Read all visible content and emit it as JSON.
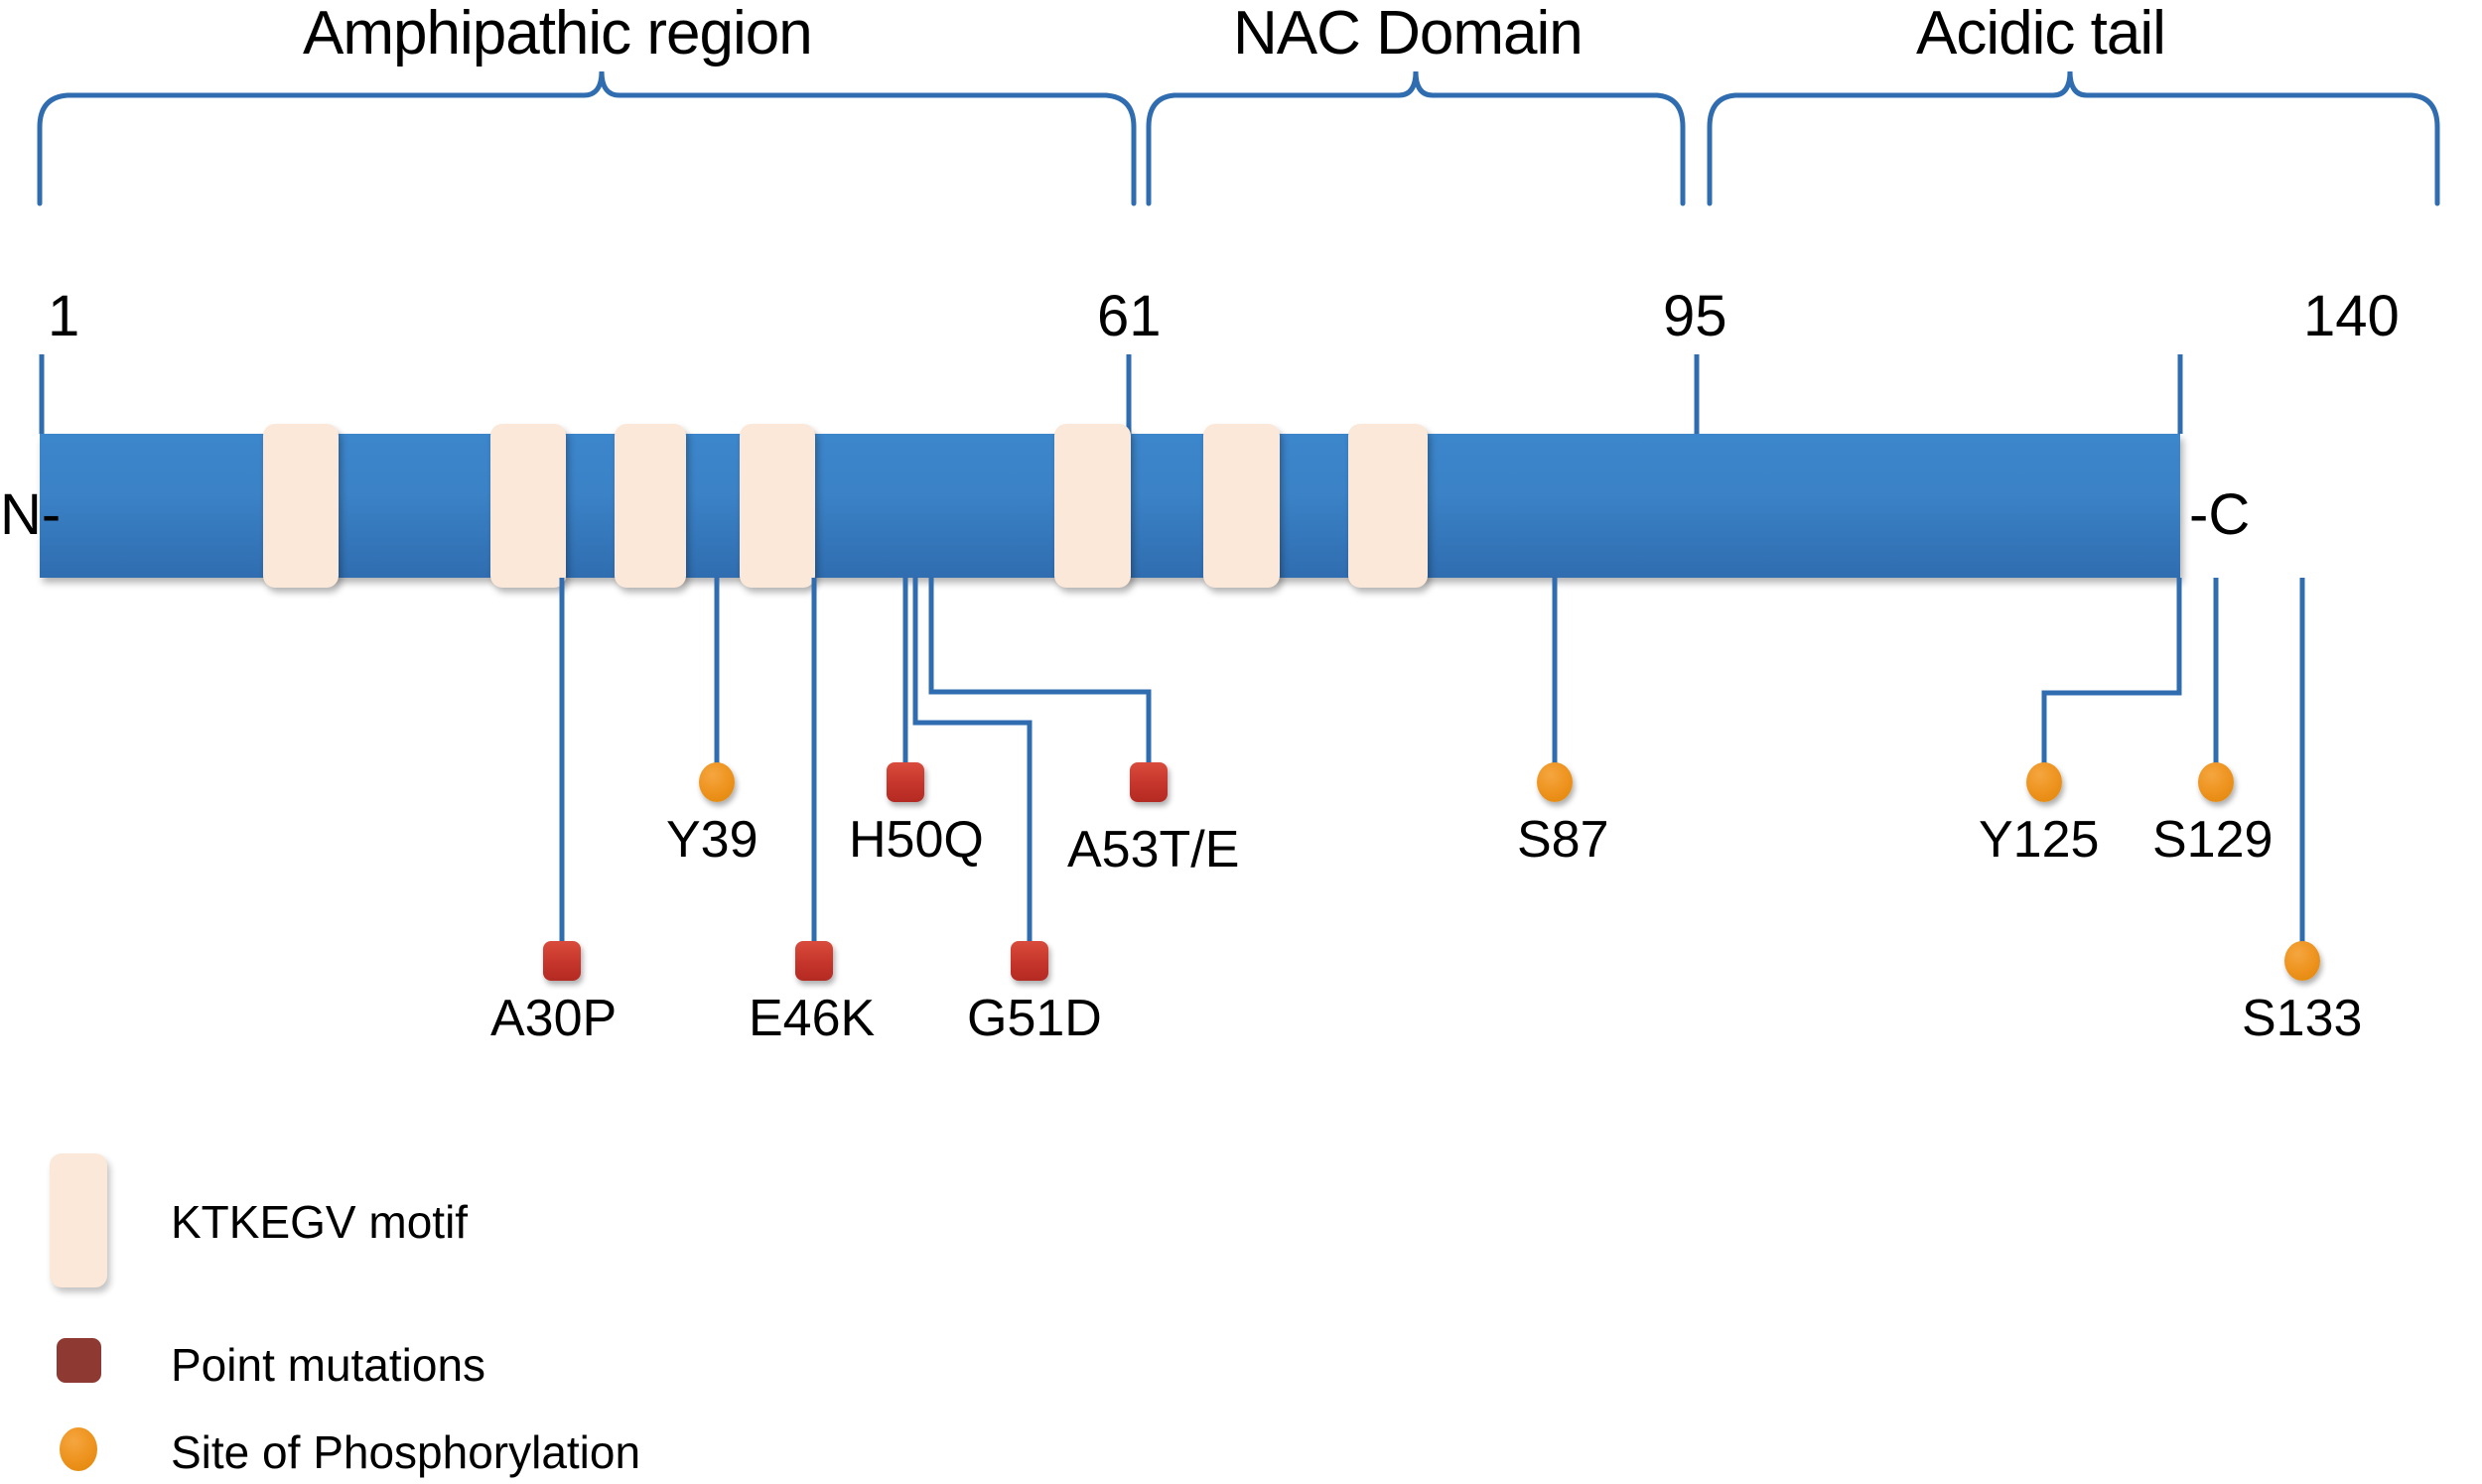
{
  "figure": {
    "kind": "protein-domain-diagram",
    "accent_blue": "#2f6db0",
    "bar_blue": "#3b82c6",
    "motif_cream": "#fbe8d8",
    "mutation_red": "#c6352b",
    "phospho_orange": "#ee9420",
    "legend_mutation_red": "#8e3a32"
  },
  "domains": [
    {
      "label": "Amphipathic region"
    },
    {
      "label": "NAC Domain"
    },
    {
      "label": "Acidic tail"
    }
  ],
  "terminals": {
    "n_label": "N-",
    "c_label": "-C"
  },
  "positions": [
    {
      "label": "1"
    },
    {
      "label": "61"
    },
    {
      "label": "95"
    },
    {
      "label": "140"
    }
  ],
  "markers": [
    {
      "label": "A30P",
      "type": "point-mutation"
    },
    {
      "label": "Y39",
      "type": "phosphorylation"
    },
    {
      "label": "E46K",
      "type": "point-mutation"
    },
    {
      "label": "H50Q",
      "type": "point-mutation"
    },
    {
      "label": "G51D",
      "type": "point-mutation"
    },
    {
      "label": "A53T/E",
      "type": "point-mutation"
    },
    {
      "label": "S87",
      "type": "phosphorylation"
    },
    {
      "label": "Y125",
      "type": "phosphorylation"
    },
    {
      "label": "S129",
      "type": "phosphorylation"
    },
    {
      "label": "S133",
      "type": "phosphorylation"
    }
  ],
  "legend": [
    {
      "label": "KTKEGV motif",
      "swatch": "motif"
    },
    {
      "label": "Point mutations",
      "swatch": "square"
    },
    {
      "label": "Site of Phosphorylation",
      "swatch": "circle"
    }
  ]
}
